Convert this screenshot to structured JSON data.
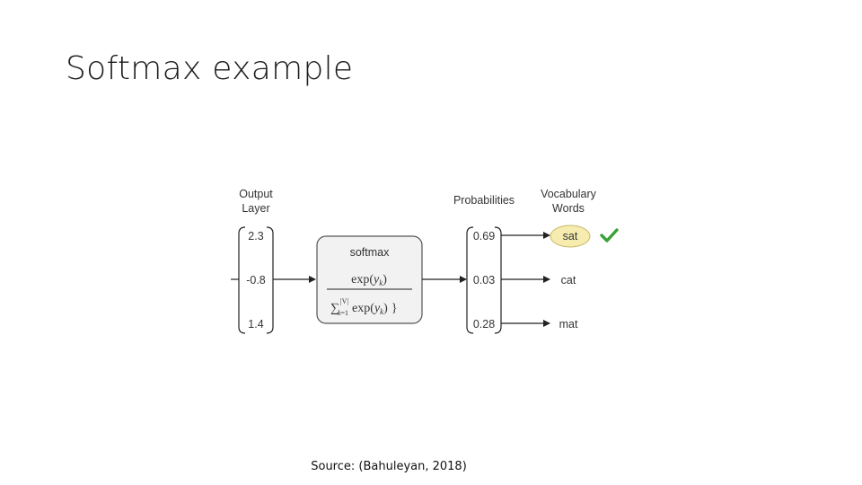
{
  "slide": {
    "title": "Softmax example",
    "source": "Source: (Bahuleyan, 2018)"
  },
  "diagram": {
    "output_layer_label": [
      "Output",
      "Layer"
    ],
    "output_values": [
      "2.3",
      "-0.8",
      "1.4"
    ],
    "softmax_label": "softmax",
    "formula": {
      "numerator": "exp(y_k)",
      "denominator": "∑_{k=1}^{|V|} exp(y_k)}"
    },
    "probabilities_label": "Probabilities",
    "probabilities": [
      "0.69",
      "0.03",
      "0.28"
    ],
    "vocabulary_label": [
      "Vocabulary",
      "Words"
    ],
    "words": [
      "sat",
      "cat",
      "mat"
    ],
    "selected_word": "sat",
    "colors": {
      "highlight_fill": "#f6ecb0",
      "highlight_stroke": "#c9b865",
      "check": "#3aa135",
      "box_fill": "#f2f2f2",
      "box_stroke": "#555555"
    },
    "icons": [
      "checkmark-icon"
    ]
  }
}
